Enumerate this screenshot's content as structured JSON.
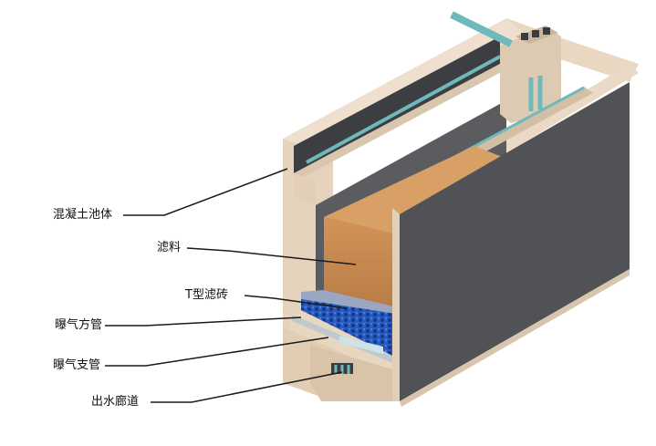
{
  "labels": {
    "concrete_tank": "混凝土池体",
    "filter_media": "滤料",
    "t_filter_brick": "T型滤砖",
    "aeration_main_pipe": "曝气方管",
    "aeration_branch_pipe": "曝气支管",
    "outlet_gallery": "出水廊道"
  },
  "colors": {
    "concrete_light": "#eedfce",
    "concrete_mid": "#d6c3ac",
    "concrete_dark": "#4a4c4f",
    "wall_face": "#505256",
    "filter_media": "#c68a4f",
    "filter_brick": "#1f4fb0",
    "pipe_teal": "#6fb8bc",
    "leader_line": "#1a1a1a"
  }
}
